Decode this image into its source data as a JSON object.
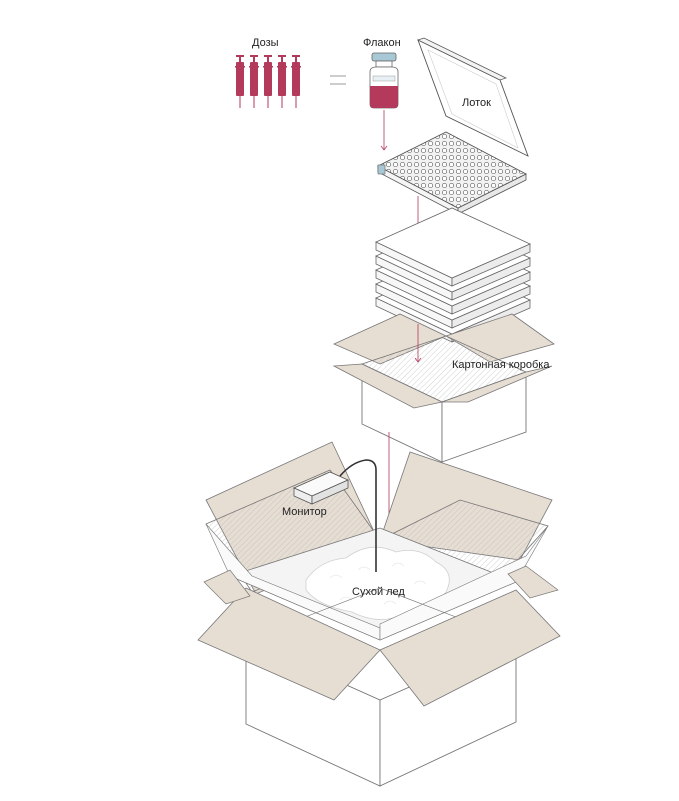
{
  "labels": {
    "doses": "Дозы",
    "vial": "Флакон",
    "tray": "Лоток",
    "carton": "Картонная коробка",
    "monitor": "Монитор",
    "dry_ice": "Сухой лед"
  },
  "colors": {
    "accent": "#b33a5a",
    "cardboard": "#e6ddd3",
    "outline": "#555555",
    "vial_cap": "#a9c8d6"
  },
  "counts": {
    "syringes": 5,
    "trays_stacked": 5
  }
}
